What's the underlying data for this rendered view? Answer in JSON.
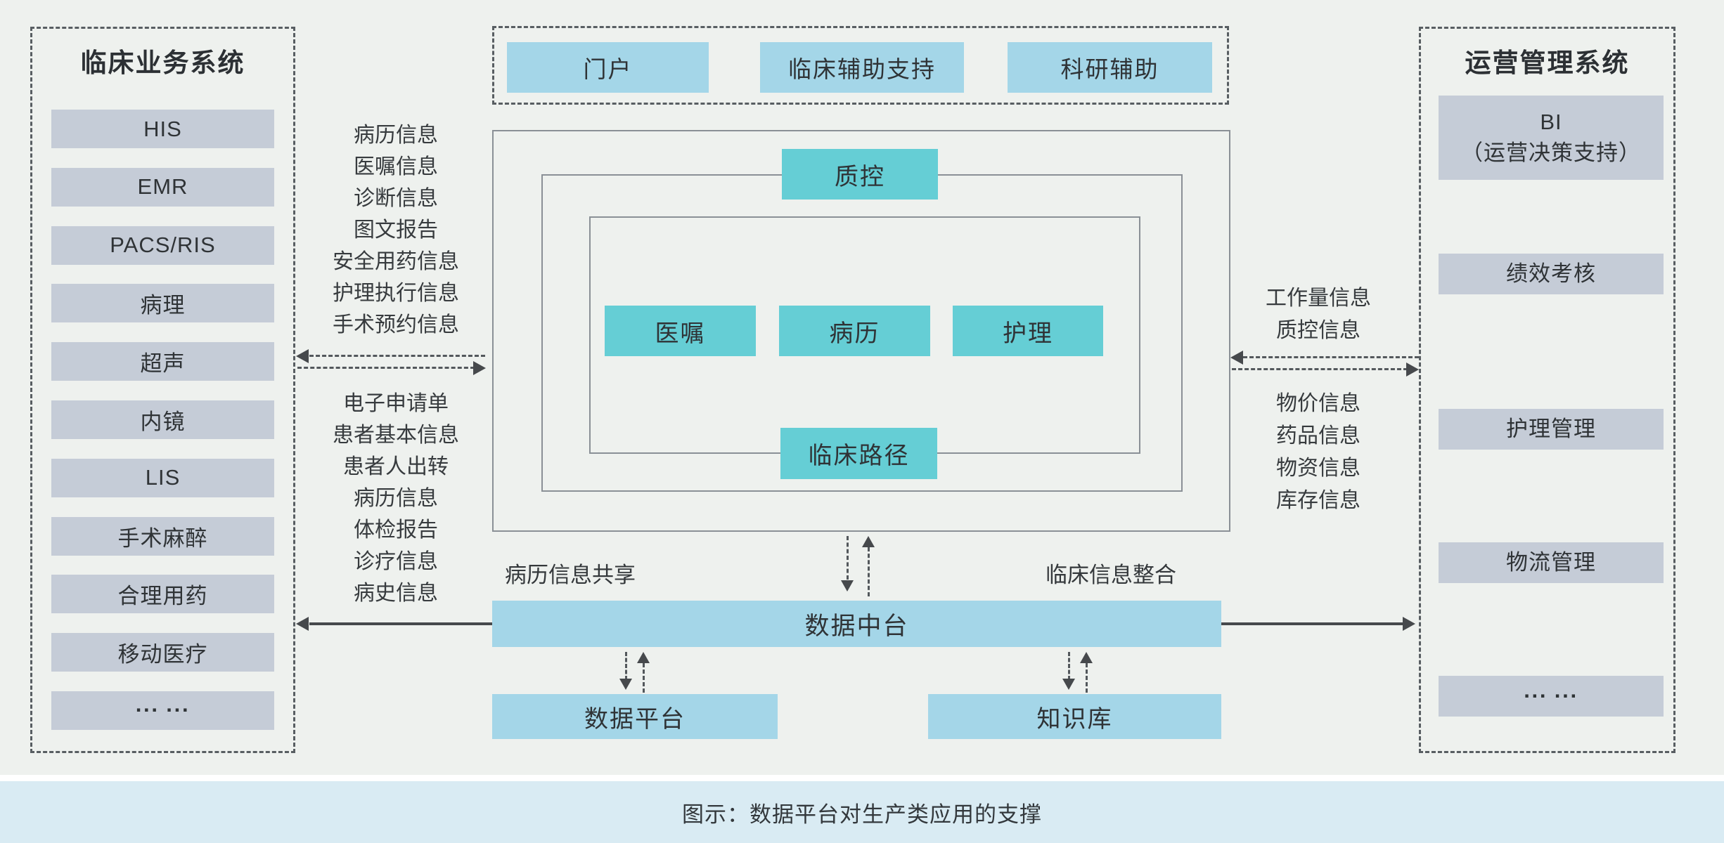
{
  "caption": "图示：数据平台对生产类应用的支撑",
  "left_panel": {
    "title": "临床业务系统",
    "items": [
      "HIS",
      "EMR",
      "PACS/RIS",
      "病理",
      "超声",
      "内镜",
      "LIS",
      "手术麻醉",
      "合理用药",
      "移动医疗",
      "··· ···"
    ]
  },
  "right_panel": {
    "title": "运营管理系统",
    "items": [
      "BI\n（运营决策支持）",
      "绩效考核",
      "护理管理",
      "物流管理",
      "··· ···"
    ]
  },
  "top_apps": {
    "items": [
      "门户",
      "临床辅助支持",
      "科研辅助"
    ]
  },
  "core": {
    "quality": "质控",
    "orders": "医嘱",
    "records": "病历",
    "nursing": "护理",
    "pathway": "临床路径"
  },
  "flows": {
    "left_out": [
      "病历信息",
      "医嘱信息",
      "诊断信息",
      "图文报告",
      "安全用药信息",
      "护理执行信息",
      "手术预约信息"
    ],
    "left_in": [
      "电子申请单",
      "患者基本信息",
      "患者人出转",
      "病历信息",
      "体检报告",
      "诊疗信息",
      "病史信息"
    ],
    "right_out": [
      "工作量信息",
      "质控信息"
    ],
    "right_in": [
      "物价信息",
      "药品信息",
      "物资信息",
      "库存信息"
    ]
  },
  "data_layer": {
    "share_label": "病历信息共享",
    "integrate_label": "临床信息整合",
    "middle_platform": "数据中台",
    "data_platform": "数据平台",
    "knowledge_base": "知识库"
  },
  "colors": {
    "teal": "#65ced5",
    "blue": "#a4d6e8",
    "gray": "#c5ccd7",
    "background": "#eef1ee",
    "footer_strip": "#d9ebf3"
  }
}
